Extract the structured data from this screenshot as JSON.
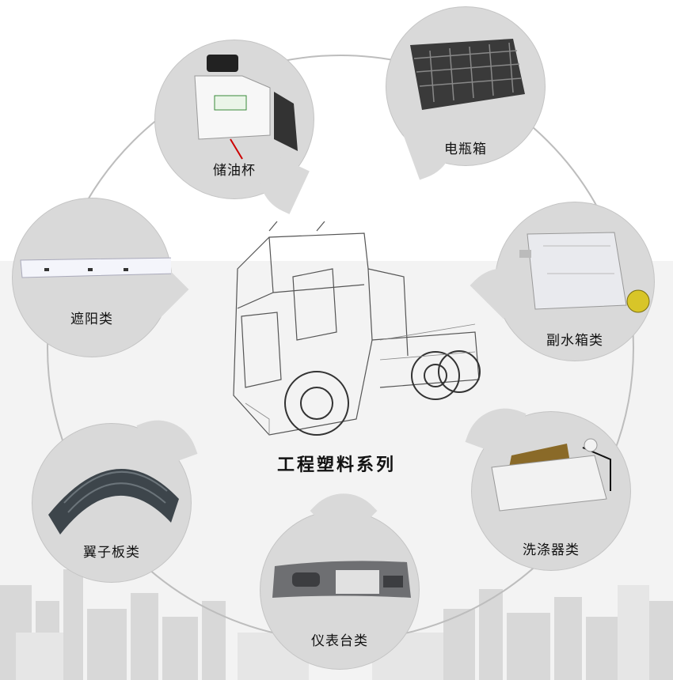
{
  "title": "工程塑料系列",
  "categories": [
    {
      "id": "reservoir",
      "label": "储油杯",
      "icon": "oil-reservoir-icon"
    },
    {
      "id": "battery",
      "label": "电瓶箱",
      "icon": "battery-box-icon"
    },
    {
      "id": "sunvisor",
      "label": "遮阳类",
      "icon": "sun-visor-icon"
    },
    {
      "id": "tank",
      "label": "副水箱类",
      "icon": "expansion-tank-icon"
    },
    {
      "id": "fender",
      "label": "翼子板类",
      "icon": "fender-icon"
    },
    {
      "id": "washer",
      "label": "洗涤器类",
      "icon": "washer-tank-icon"
    },
    {
      "id": "dashboard",
      "label": "仪表台类",
      "icon": "dashboard-icon"
    }
  ],
  "colors": {
    "bubble": "#d9d9d9",
    "ring": "#bdbdbd",
    "text": "#111111"
  }
}
